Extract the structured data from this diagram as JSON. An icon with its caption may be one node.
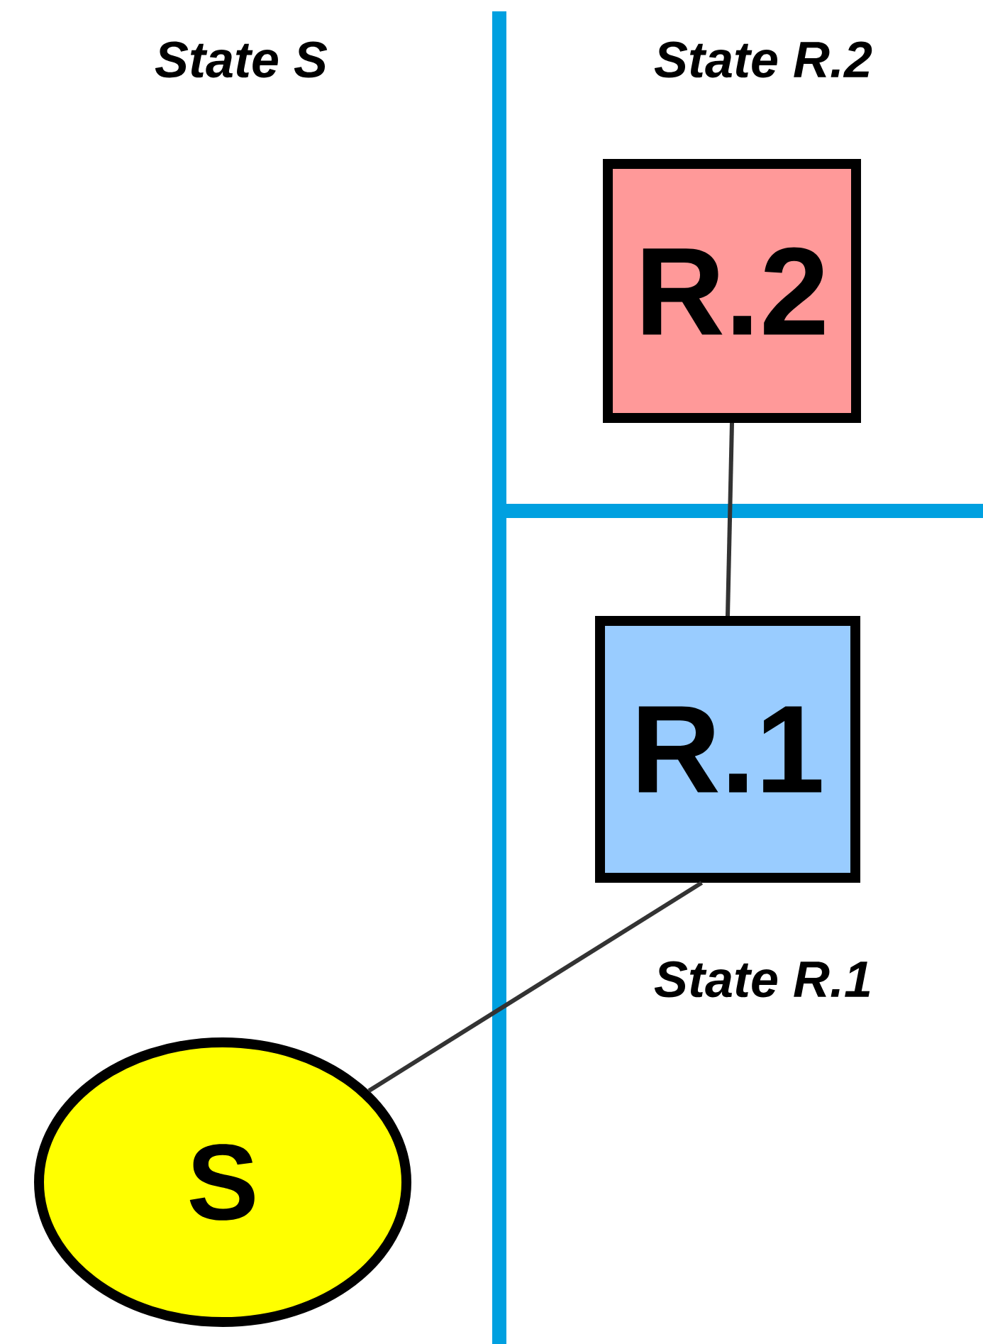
{
  "diagram": {
    "nodes": [
      {
        "text": [
          "R.2"
        ]
      },
      {
        "text": [
          "R.1"
        ]
      },
      {
        "text": [
          "S"
        ]
      }
    ],
    "edges": [
      {
        "from": 0,
        "to": 1,
        "arrow": "none"
      },
      {
        "from": 1,
        "to": 2,
        "arrow": "none"
      }
    ],
    "labels": [
      "State S",
      "State R.2",
      "State R.1"
    ]
  }
}
